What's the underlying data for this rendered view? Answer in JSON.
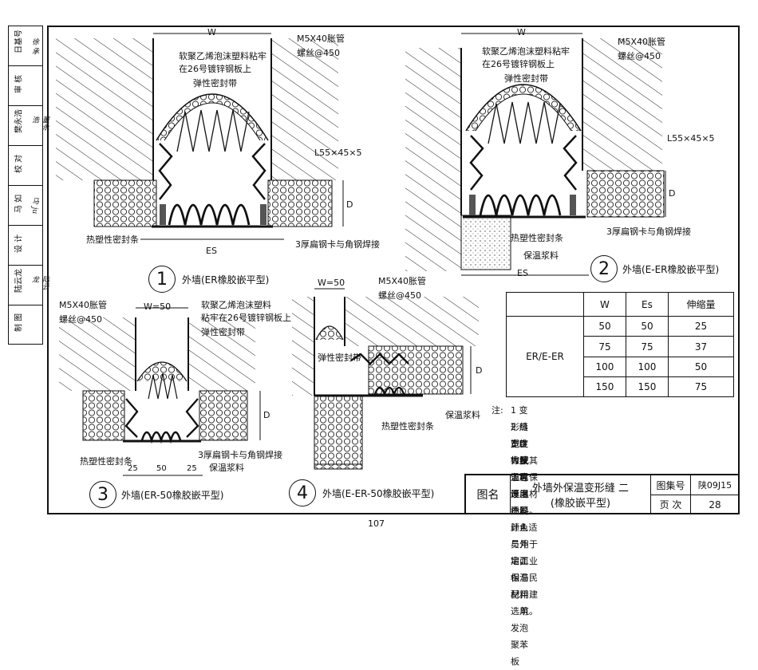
{
  "sidebar": {
    "cells": [
      {
        "label": "日基号",
        "sign": "徐 承"
      },
      {
        "label": "审 核",
        "sign": ""
      },
      {
        "label": "樊永浩",
        "sign": "董永浩"
      },
      {
        "label": "校 对",
        "sign": ""
      },
      {
        "label": "马 如",
        "sign": "马 ju"
      },
      {
        "label": "设 计",
        "sign": ""
      },
      {
        "label": "陆云龙",
        "sign": "陆云龙"
      },
      {
        "label": "制 图",
        "sign": ""
      }
    ]
  },
  "detail1": {
    "number": "1",
    "caption": "外墙(ER橡胶嵌平型)",
    "w_label": "W",
    "bolt_label1": "M5X40胀管",
    "bolt_label2": "螺丝@450",
    "foam_label1": "软聚乙烯泡沫塑料粘牢",
    "foam_label2": "在26号镀锌钢板上",
    "seal_label": "弹性密封带",
    "angle_label": "L55×45×5",
    "d_label": "D",
    "strip_label": "热塑性密封条",
    "weld_label": "3厚扁钢卡与角钢焊接",
    "es_label": "ES"
  },
  "detail2": {
    "number": "2",
    "caption": "外墙(E-ER橡胶嵌平型)",
    "w_label": "W",
    "bolt_label1": "M5X40胀管",
    "bolt_label2": "螺丝@450",
    "foam_label1": "软聚乙烯泡沫塑料粘牢",
    "foam_label2": "在26号镀锌钢板上",
    "seal_label": "弹性密封带",
    "angle_label": "L55×45×5",
    "d_label": "D",
    "strip_label": "热塑性密封条",
    "weld_label": "3厚扁钢卡与角钢焊接",
    "insul_label": "保温浆料",
    "es_label": "ES"
  },
  "detail3": {
    "number": "3",
    "caption": "外墙(ER-50橡胶嵌平型)",
    "bolt_label1": "M5X40胀管",
    "bolt_label2": "螺丝@450",
    "w_label": "W=50",
    "foam_label1": "软聚乙烯泡沫塑料",
    "foam_label2": "粘牢在26号镀锌钢板上",
    "seal_label": "弹性密封带",
    "d_label": "D",
    "strip_label": "热塑性密封条",
    "weld_label": "3厚扁钢卡与角钢焊接",
    "insul_label": "保温浆料",
    "dim_a": "25",
    "dim_b": "50",
    "dim_c": "25"
  },
  "detail4": {
    "number": "4",
    "caption": "外墙(E-ER-50橡胶嵌平型)",
    "w_label": "W=50",
    "bolt_label1": "M5X40胀管",
    "bolt_label2": "螺丝@450",
    "seal_label": "弹性密封带",
    "d_label": "D",
    "insul_label": "保温浆料",
    "strip_label": "热塑性密封条"
  },
  "table": {
    "headers": [
      "W",
      "Es",
      "伸缩量"
    ],
    "group_label": "ER/E-ER",
    "rows": [
      [
        "50",
        "50",
        "25"
      ],
      [
        "75",
        "75",
        "37"
      ],
      [
        "100",
        "100",
        "50"
      ],
      [
        "150",
        "150",
        "75"
      ]
    ]
  },
  "notes": {
    "prefix": "注:",
    "line1": "1  变形缝宽度W按工程设计。",
    "line2": "2  热塑性橡胶条可选用不同颜色与外墙面相配。",
    "line3": "3  D为保温层厚度由设计人员定，保温材料选用发泡聚苯板",
    "line4": "或其它保温材料。   4  适用于工业与民用建筑。"
  },
  "titleblock": {
    "name_label": "图名",
    "title1": "外墙外保温变形缝 二",
    "title2": "(橡胶嵌平型)",
    "atlas_label": "图集号",
    "atlas_value": "陕09J15",
    "page_label": "页 次",
    "page_value": "28"
  },
  "page_number": "107"
}
